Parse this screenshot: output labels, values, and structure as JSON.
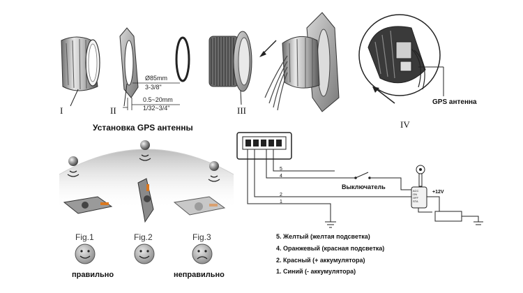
{
  "mounting": {
    "roman": [
      "I",
      "II",
      "III",
      "IV"
    ],
    "dimensions": {
      "diameter_mm": "Ø85mm",
      "diameter_in": "3-3/8\"",
      "thickness_mm": "0.5~20mm",
      "thickness_in": "1/32~3/4\""
    },
    "gps_label": "GPS антенна"
  },
  "antenna_install": {
    "title": "Установка GPS антенны",
    "figures": [
      {
        "label": "Fig.1",
        "caption": "правильно",
        "face": "happy"
      },
      {
        "label": "Fig.2",
        "caption": "",
        "face": "happy"
      },
      {
        "label": "Fig.3",
        "caption": "неправильно",
        "face": "sad"
      }
    ]
  },
  "wiring": {
    "pins": [
      "5",
      "4",
      "2",
      "1"
    ],
    "switch_label": "Выключатель",
    "voltage_label": "+12V",
    "ignition_labels": [
      "ACC",
      "ON",
      "OFF",
      "STA"
    ],
    "legend": [
      "5. Желтый (желтая подсветка)",
      "4. Оранжевый   (красная   подсветка)",
      "2. Красный (+ аккумулятора)",
      "1. Синий (- аккумулятора)"
    ]
  },
  "colors": {
    "line": "#222222",
    "gray": "#9a9a9a",
    "orange": "#d9771f"
  }
}
